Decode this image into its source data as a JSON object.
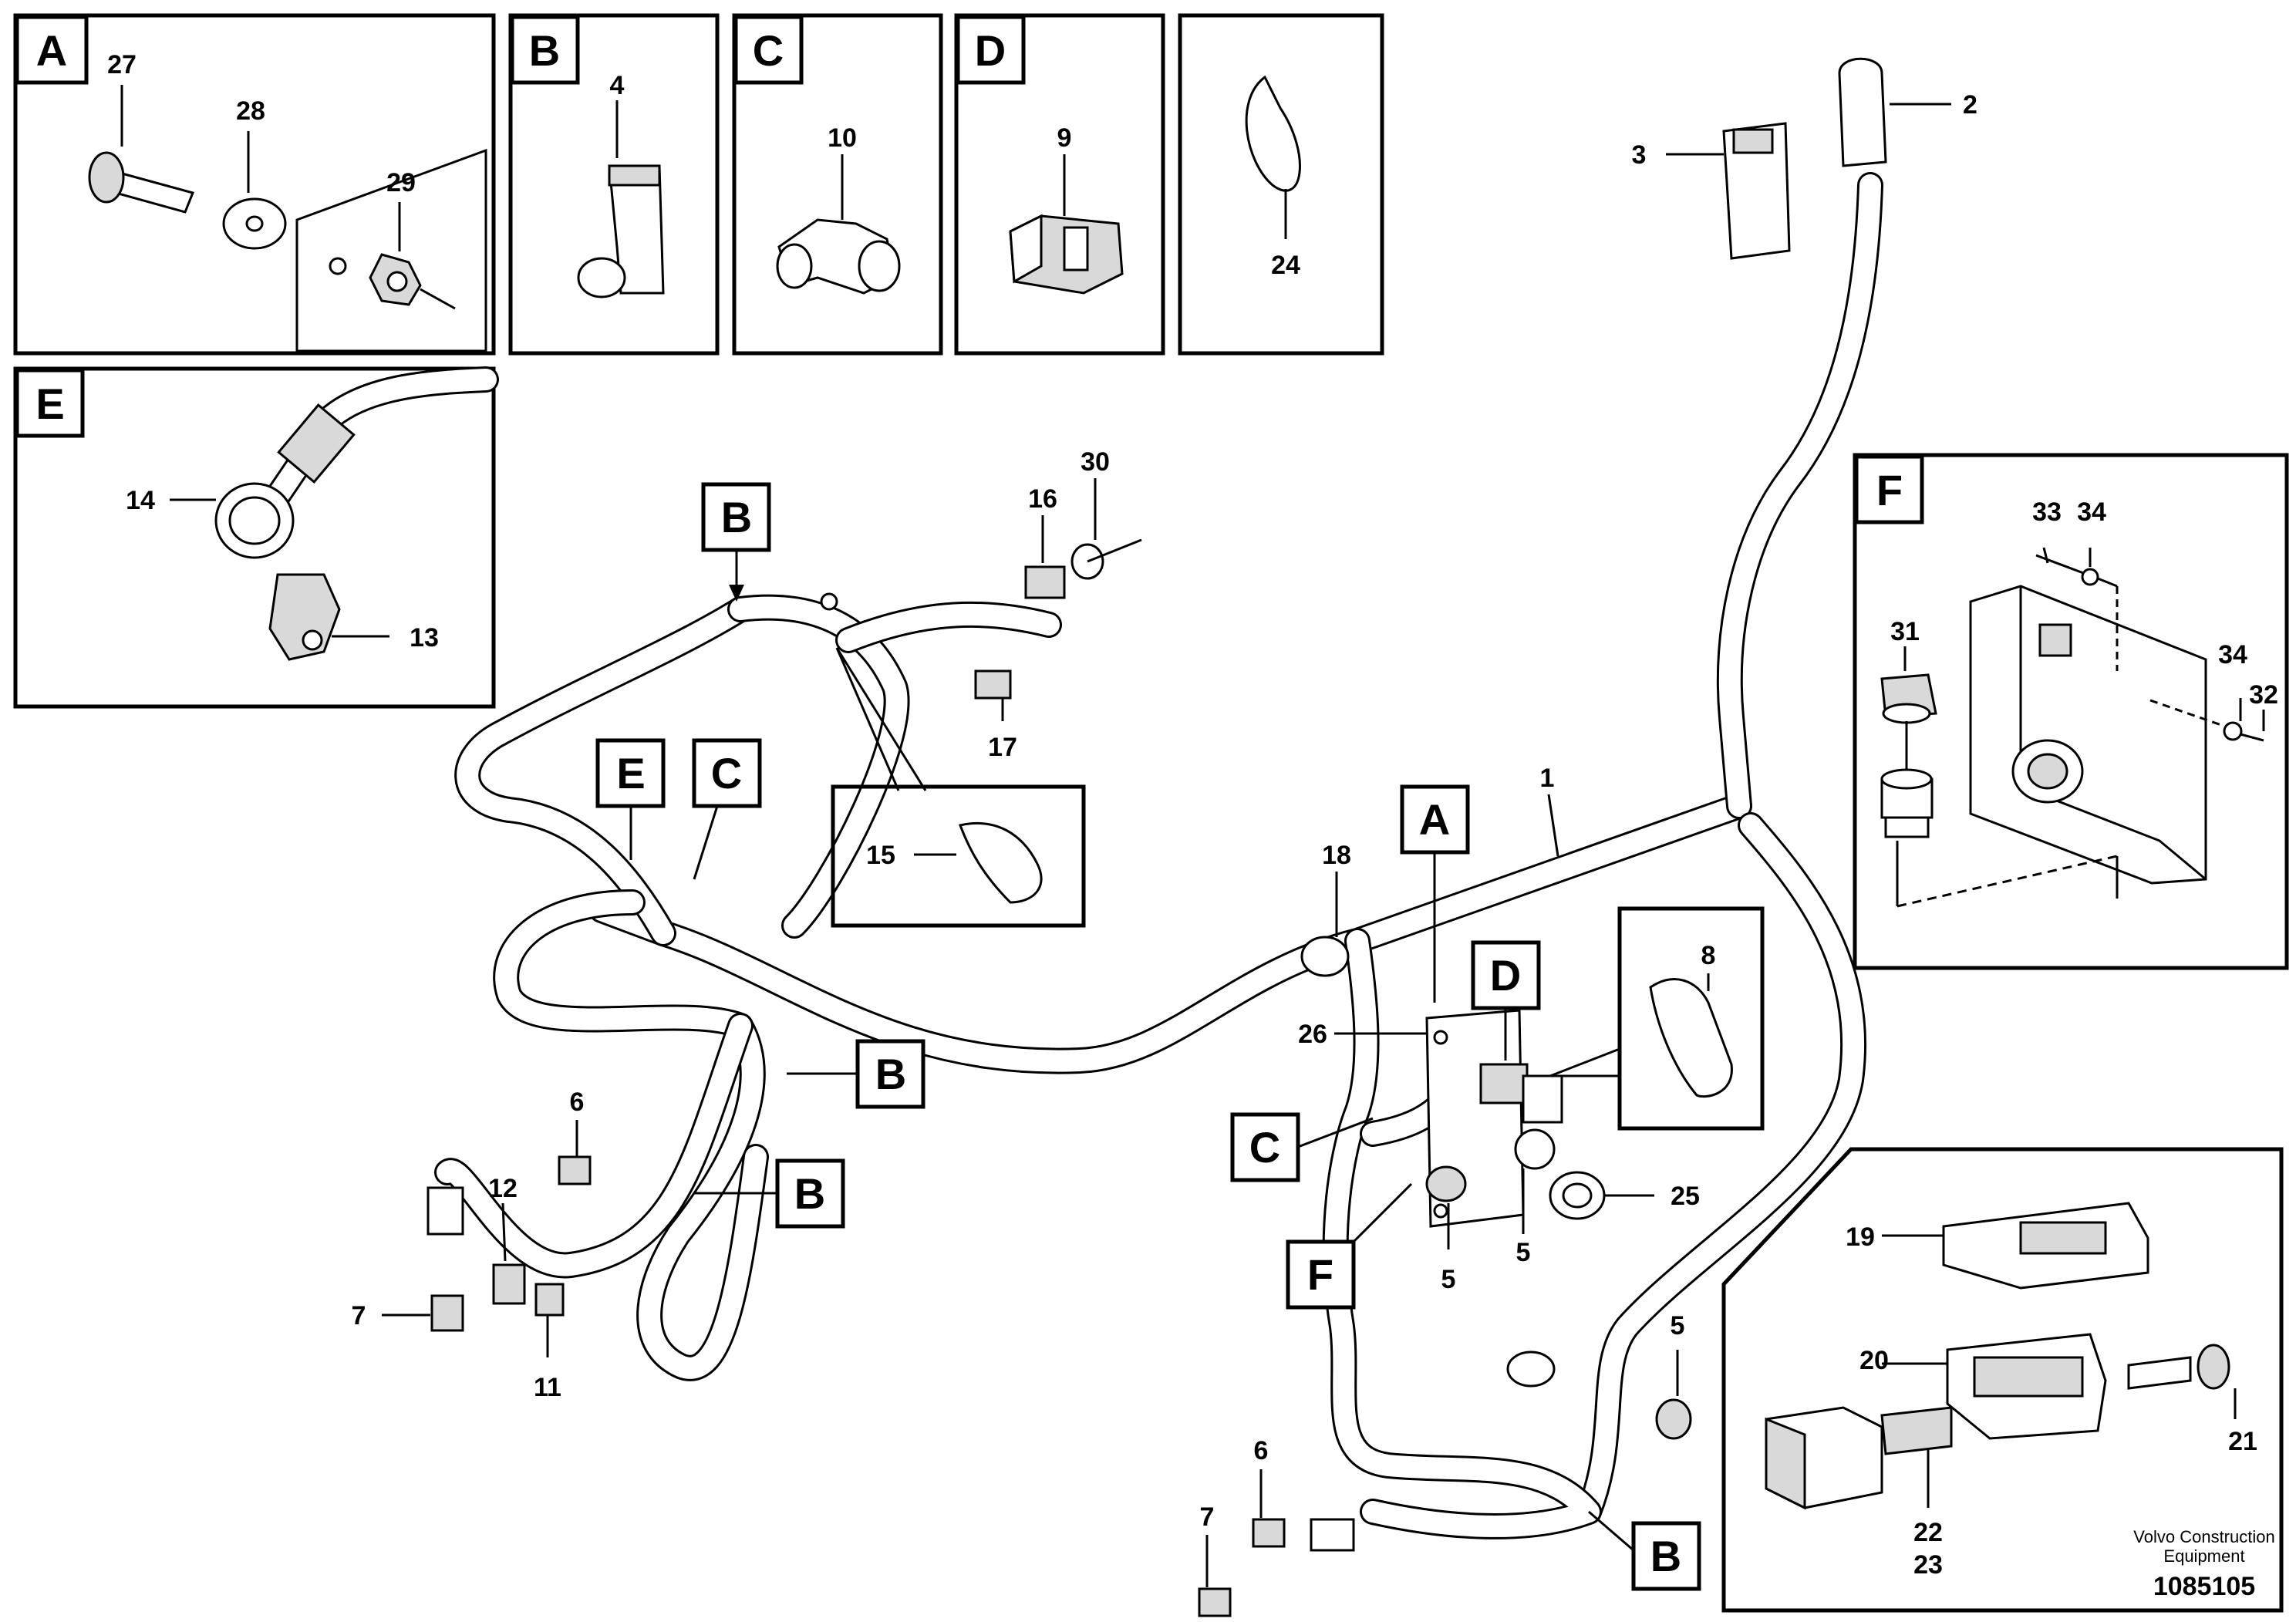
{
  "diagram": {
    "boxes": {
      "A": "A",
      "B": "B",
      "C": "C",
      "D": "D",
      "E": "E",
      "F": "F"
    },
    "labels": {
      "n1": "1",
      "n2": "2",
      "n3": "3",
      "n4": "4",
      "n5a": "5",
      "n5b": "5",
      "n5c": "5",
      "n6a": "6",
      "n6b": "6",
      "n7a": "7",
      "n7b": "7",
      "n8": "8",
      "n9": "9",
      "n10": "10",
      "n11": "11",
      "n12": "12",
      "n13": "13",
      "n14": "14",
      "n15": "15",
      "n16": "16",
      "n17": "17",
      "n18": "18",
      "n19": "19",
      "n20": "20",
      "n21": "21",
      "n22": "22",
      "n23": "23",
      "n24": "24",
      "n25": "25",
      "n26": "26",
      "n27": "27",
      "n28": "28",
      "n29": "29",
      "n30": "30",
      "n31": "31",
      "n32": "32",
      "n33": "33",
      "n34a": "34",
      "n34b": "34"
    },
    "footer": {
      "brand_line1": "Volvo Construction",
      "brand_line2": "Equipment",
      "doc_number": "1085105"
    }
  }
}
